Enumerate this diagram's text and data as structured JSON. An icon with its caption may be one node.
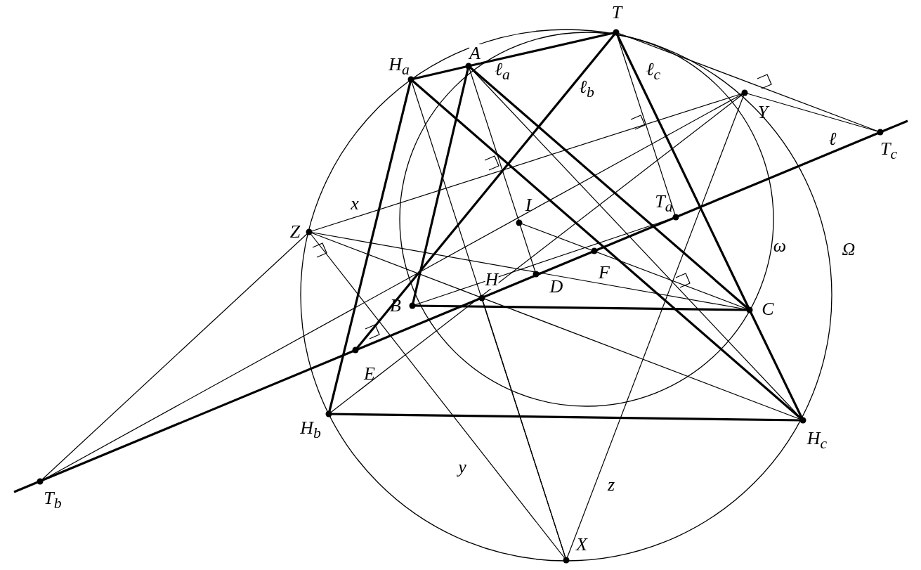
{
  "diagram": {
    "labels": [
      "T",
      "A",
      "H$_{a}$",
      "ℓ$_{a}$",
      "ℓ$_{b}$",
      "ℓ$_{c}$",
      "Y",
      "T$_{c}$",
      "ℓ",
      "x",
      "Z",
      "I",
      "T$_{a}$",
      "ω",
      "Ω",
      "H",
      "D",
      "F",
      "B",
      "C",
      "E",
      "H$_{b}$",
      "H$_{c}$",
      "y",
      "z",
      "T$_{b}$",
      "X"
    ]
  }
}
